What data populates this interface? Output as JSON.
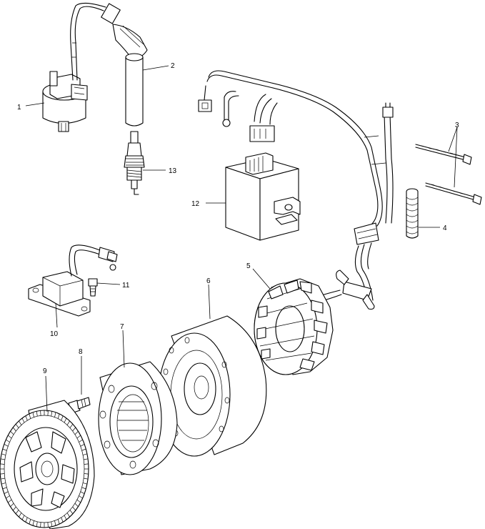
{
  "callouts": [
    {
      "id": "c1a",
      "text": "1"
    },
    {
      "id": "c2",
      "text": "2"
    },
    {
      "id": "c13",
      "text": "13"
    },
    {
      "id": "c3",
      "text": "3"
    },
    {
      "id": "c4",
      "text": "4"
    },
    {
      "id": "c12",
      "text": "12"
    },
    {
      "id": "c5",
      "text": "5"
    },
    {
      "id": "c11",
      "text": "11"
    },
    {
      "id": "c6",
      "text": "6"
    },
    {
      "id": "c10",
      "text": "10"
    },
    {
      "id": "c7",
      "text": "7"
    },
    {
      "id": "c8",
      "text": "8"
    },
    {
      "id": "c9",
      "text": "9"
    }
  ]
}
